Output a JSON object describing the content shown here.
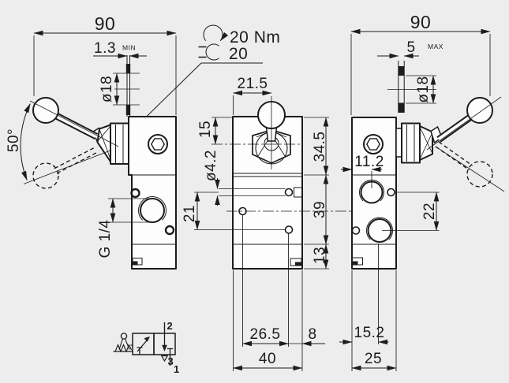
{
  "title": "manual lever valve technical drawing",
  "colors": {
    "background": "#ededed",
    "ink": "#1c1c1c",
    "paper": "#fdfdfd"
  },
  "callouts": {
    "tightening_torque": "20 Nm",
    "wrench_size": "20"
  },
  "views": {
    "left_side": {
      "dims": {
        "overall_width": "90",
        "panel_thickness_min": "1.3",
        "panel_thickness_min_qualifier": "MIN",
        "panel_hole_diameter": "ø18",
        "lever_swing_angle": "50°",
        "port_thread": "G 1/4"
      }
    },
    "front": {
      "dims": {
        "lever_center_offset": "21.5",
        "lever_pivot_height": "15",
        "upper_section_height": "34.5",
        "mounting_hole_diameter": "ø4.2",
        "mounting_hole_pitch": "21",
        "mid_section_height": "39",
        "base_height": "13",
        "hole_center_offset": "26.5",
        "hole_edge_offset": "8",
        "body_width": "40"
      }
    },
    "right_side": {
      "dims": {
        "overall_width": "90",
        "panel_thickness_max": "5",
        "panel_thickness_max_qualifier": "MAX",
        "panel_hole_diameter": "ø18",
        "upper_port_offset": "11.2",
        "port_pitch": "22",
        "lower_port_offset": "15.2",
        "body_depth": "25"
      }
    }
  },
  "pneumatic_symbol": {
    "port_outlet": "2",
    "port_exhaust": "3",
    "port_supply": "1"
  }
}
